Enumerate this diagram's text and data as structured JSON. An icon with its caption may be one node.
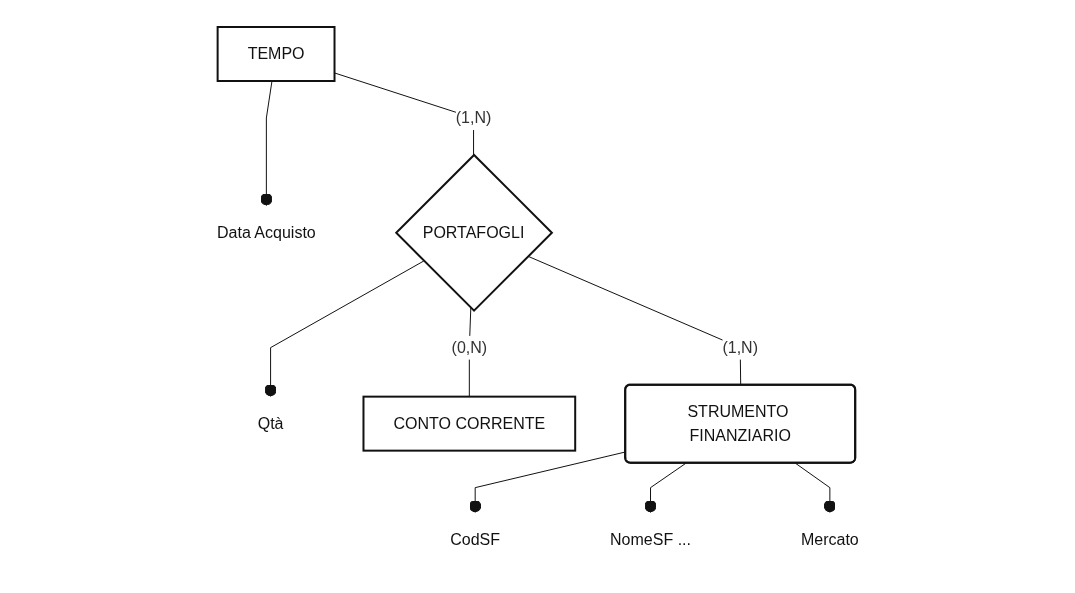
{
  "diagram": {
    "nodes": [
      {
        "text": [
          "TEMPO"
        ]
      },
      {
        "text": [
          "Data Acquisto"
        ]
      },
      {
        "text": [
          "PORTAFOGLI"
        ]
      },
      {
        "text": [
          "Qtà"
        ]
      },
      {
        "text": [
          "CONTO CORRENTE"
        ]
      },
      {
        "text": [
          "STRUMENTO FINANZIARIO"
        ]
      },
      {
        "text": [
          "CodSF"
        ]
      },
      {
        "text": [
          "NomeSF ..."
        ]
      },
      {
        "text": [
          "Mercato"
        ]
      }
    ],
    "edges": [
      {
        "from": 0,
        "to": 2,
        "arrow": "none",
        "label": "(1,N)"
      },
      {
        "from": 2,
        "to": 4,
        "arrow": "none",
        "label": "(0,N)"
      },
      {
        "from": 2,
        "to": 5,
        "arrow": "none",
        "label": "(1,N)"
      },
      {
        "from": 0,
        "to": 1,
        "arrow": "other"
      },
      {
        "from": 2,
        "to": 3,
        "arrow": "other"
      },
      {
        "from": 5,
        "to": 6,
        "arrow": "other"
      },
      {
        "from": 5,
        "to": 7,
        "arrow": "other"
      },
      {
        "from": 5,
        "to": 8,
        "arrow": "other"
      }
    ]
  }
}
